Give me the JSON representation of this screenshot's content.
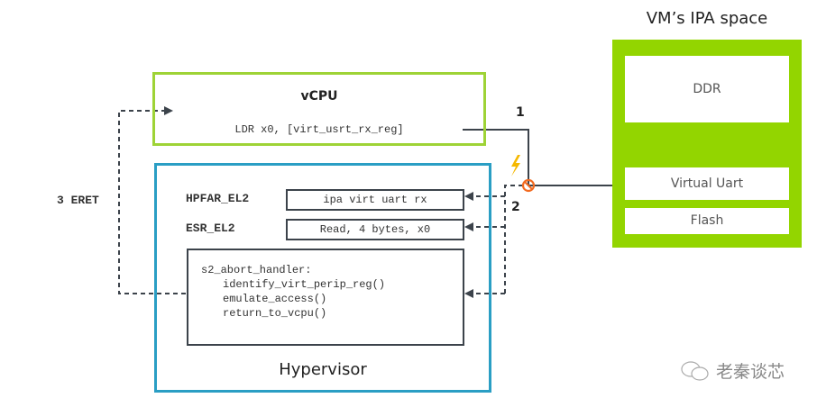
{
  "diagram": {
    "vcpu": {
      "title": "vCPU",
      "instruction": "LDR x0, [virt_usrt_rx_reg]"
    },
    "hypervisor": {
      "title": "Hypervisor",
      "registers": [
        {
          "name": "HPFAR_EL2",
          "value": "ipa virt uart rx"
        },
        {
          "name": "ESR_EL2",
          "value": "Read, 4 bytes, x0"
        }
      ],
      "handler": {
        "label": "s2_abort_handler:",
        "steps": [
          "identify_virt_perip_reg()",
          "emulate_access()",
          "return_to_vcpu()"
        ]
      }
    },
    "ipa_space": {
      "title": "VM’s IPA space",
      "regions": [
        "DDR",
        "Virtual Uart",
        "Flash"
      ]
    },
    "steps": {
      "step1": "1",
      "step2": "2",
      "step3": "3 ERET"
    },
    "icons": {
      "fault": "lightning-icon",
      "blocked": "prohibited-icon"
    },
    "colors": {
      "vcpu_border": "#9ed336",
      "hypervisor_border": "#2a9ec4",
      "ipa_fill": "#93d500",
      "fault_orange": "#f26b21",
      "lightning_yellow": "#f5b800",
      "arrow_dark": "#3c434b"
    },
    "watermark": "老秦谈芯"
  }
}
